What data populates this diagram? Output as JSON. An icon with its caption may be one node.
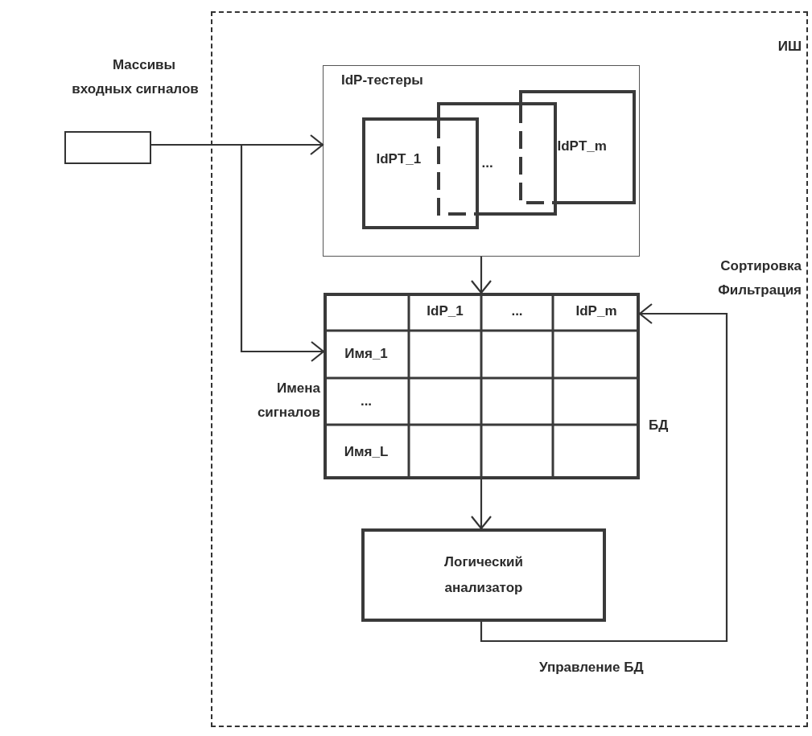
{
  "diagram": {
    "nodes": [
      {
        "text": [
          "ИШ"
        ]
      },
      {
        "text": [],
        "shape": "box",
        "beside": [
          "Массивы входных сигналов"
        ]
      },
      {
        "text": [
          "IdP-тестеры"
        ],
        "in": 0
      },
      {
        "text": [
          "IdPT_1"
        ],
        "in": 2
      },
      {
        "text": [
          "..."
        ],
        "in": 2
      },
      {
        "text": [
          "IdPT_m"
        ],
        "in": 2
      },
      {
        "text": [],
        "shape": "box",
        "in": 0,
        "beside": [
          "БД"
        ]
      },
      {
        "text": [
          "Логический анализатор"
        ],
        "in": 0
      }
    ],
    "edges": [
      {
        "from": 1,
        "to": 2,
        "arrow": "to"
      },
      {
        "from": 1,
        "to": 6,
        "arrow": "to",
        "label": "Имена сигналов"
      },
      {
        "from": 2,
        "to": 6,
        "arrow": "to"
      },
      {
        "from": 6,
        "to": 7,
        "arrow": "to"
      },
      {
        "from": 7,
        "to": 6,
        "arrow": "to",
        "label": "Управление БД"
      }
    ],
    "labels": [
      "Сортировка Фильтрация",
      "IdP_1",
      "...",
      "IdP_m",
      "Имя_1",
      "...",
      "Имя_L"
    ]
  }
}
